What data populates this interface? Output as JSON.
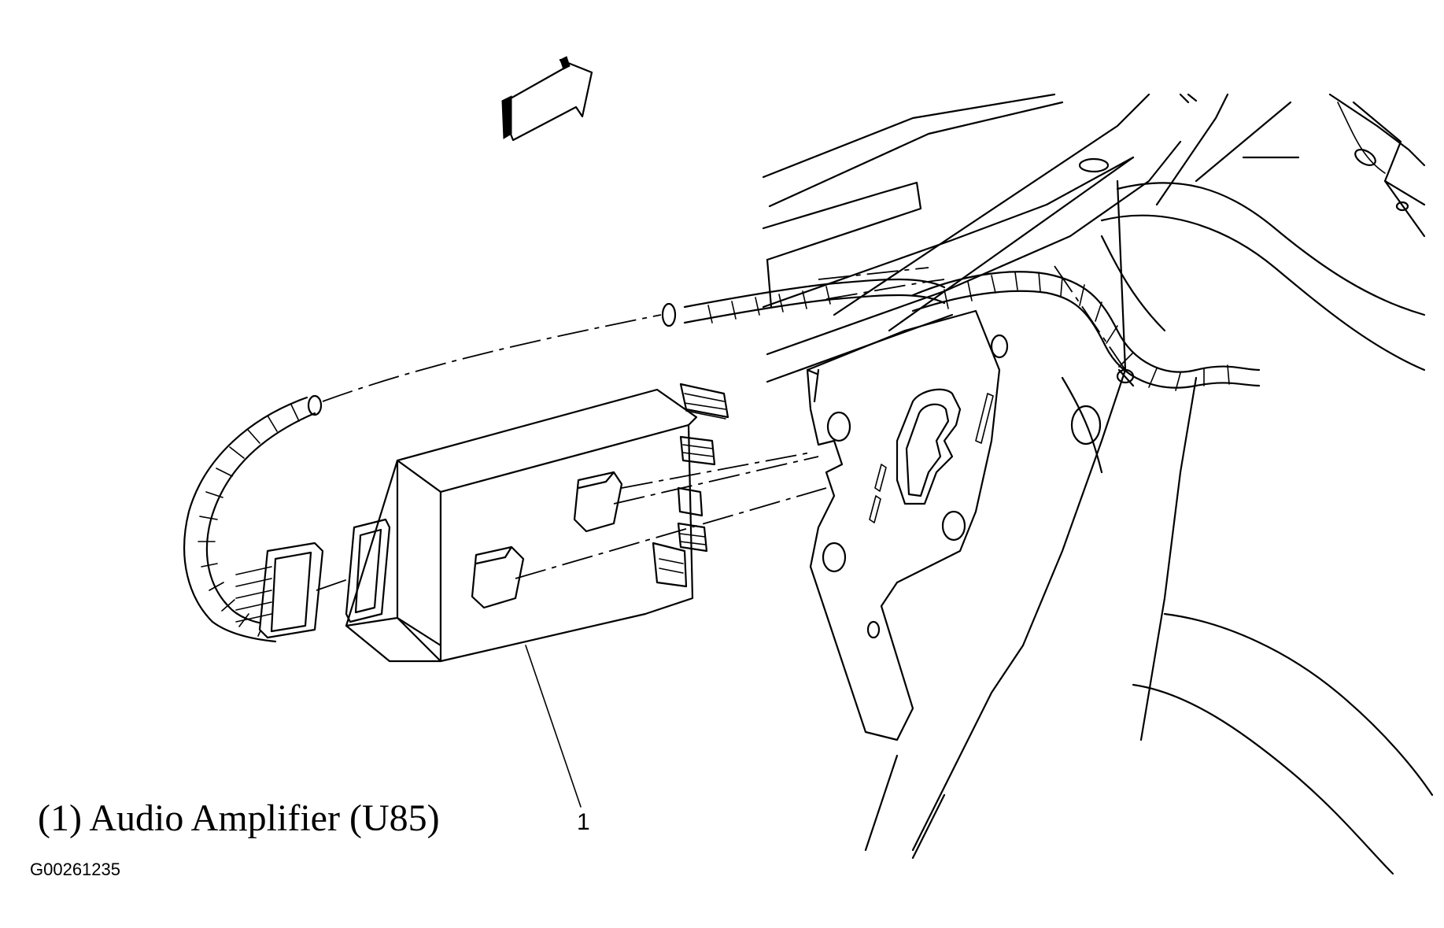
{
  "figure": {
    "caption": "(1) Audio Amplifier (U85)",
    "callout_number": "1",
    "figure_id": "G00261235"
  },
  "icons": {
    "direction_arrow": "forward-arrow-icon"
  }
}
